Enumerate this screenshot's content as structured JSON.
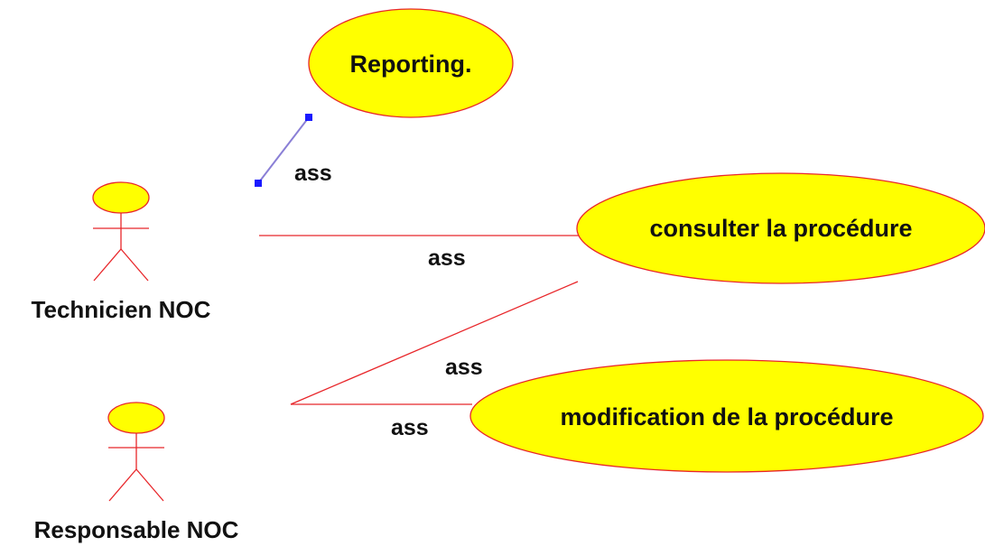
{
  "colors": {
    "usecase_fill": "#ffff00",
    "outline": "#e8262a",
    "selected_line": "#8a7fd6",
    "handle": "#1a1aff"
  },
  "actors": [
    {
      "id": "technicien",
      "name": "Technicien NOC"
    },
    {
      "id": "responsable",
      "name": "Responsable NOC"
    }
  ],
  "use_cases": [
    {
      "id": "reporting",
      "name": "Reporting."
    },
    {
      "id": "consulter",
      "name": "consulter la procédure"
    },
    {
      "id": "modification",
      "name": "modification de la procédure"
    }
  ],
  "associations": [
    {
      "id": "technicien-reporting",
      "from": "technicien",
      "to": "reporting",
      "label": "ass",
      "selected": true
    },
    {
      "id": "technicien-consulter",
      "from": "technicien",
      "to": "consulter",
      "label": "ass",
      "selected": false
    },
    {
      "id": "responsable-consulter",
      "from": "responsable",
      "to": "consulter",
      "label": "ass",
      "selected": false
    },
    {
      "id": "responsable-modification",
      "from": "responsable",
      "to": "modification",
      "label": "ass",
      "selected": false
    }
  ]
}
